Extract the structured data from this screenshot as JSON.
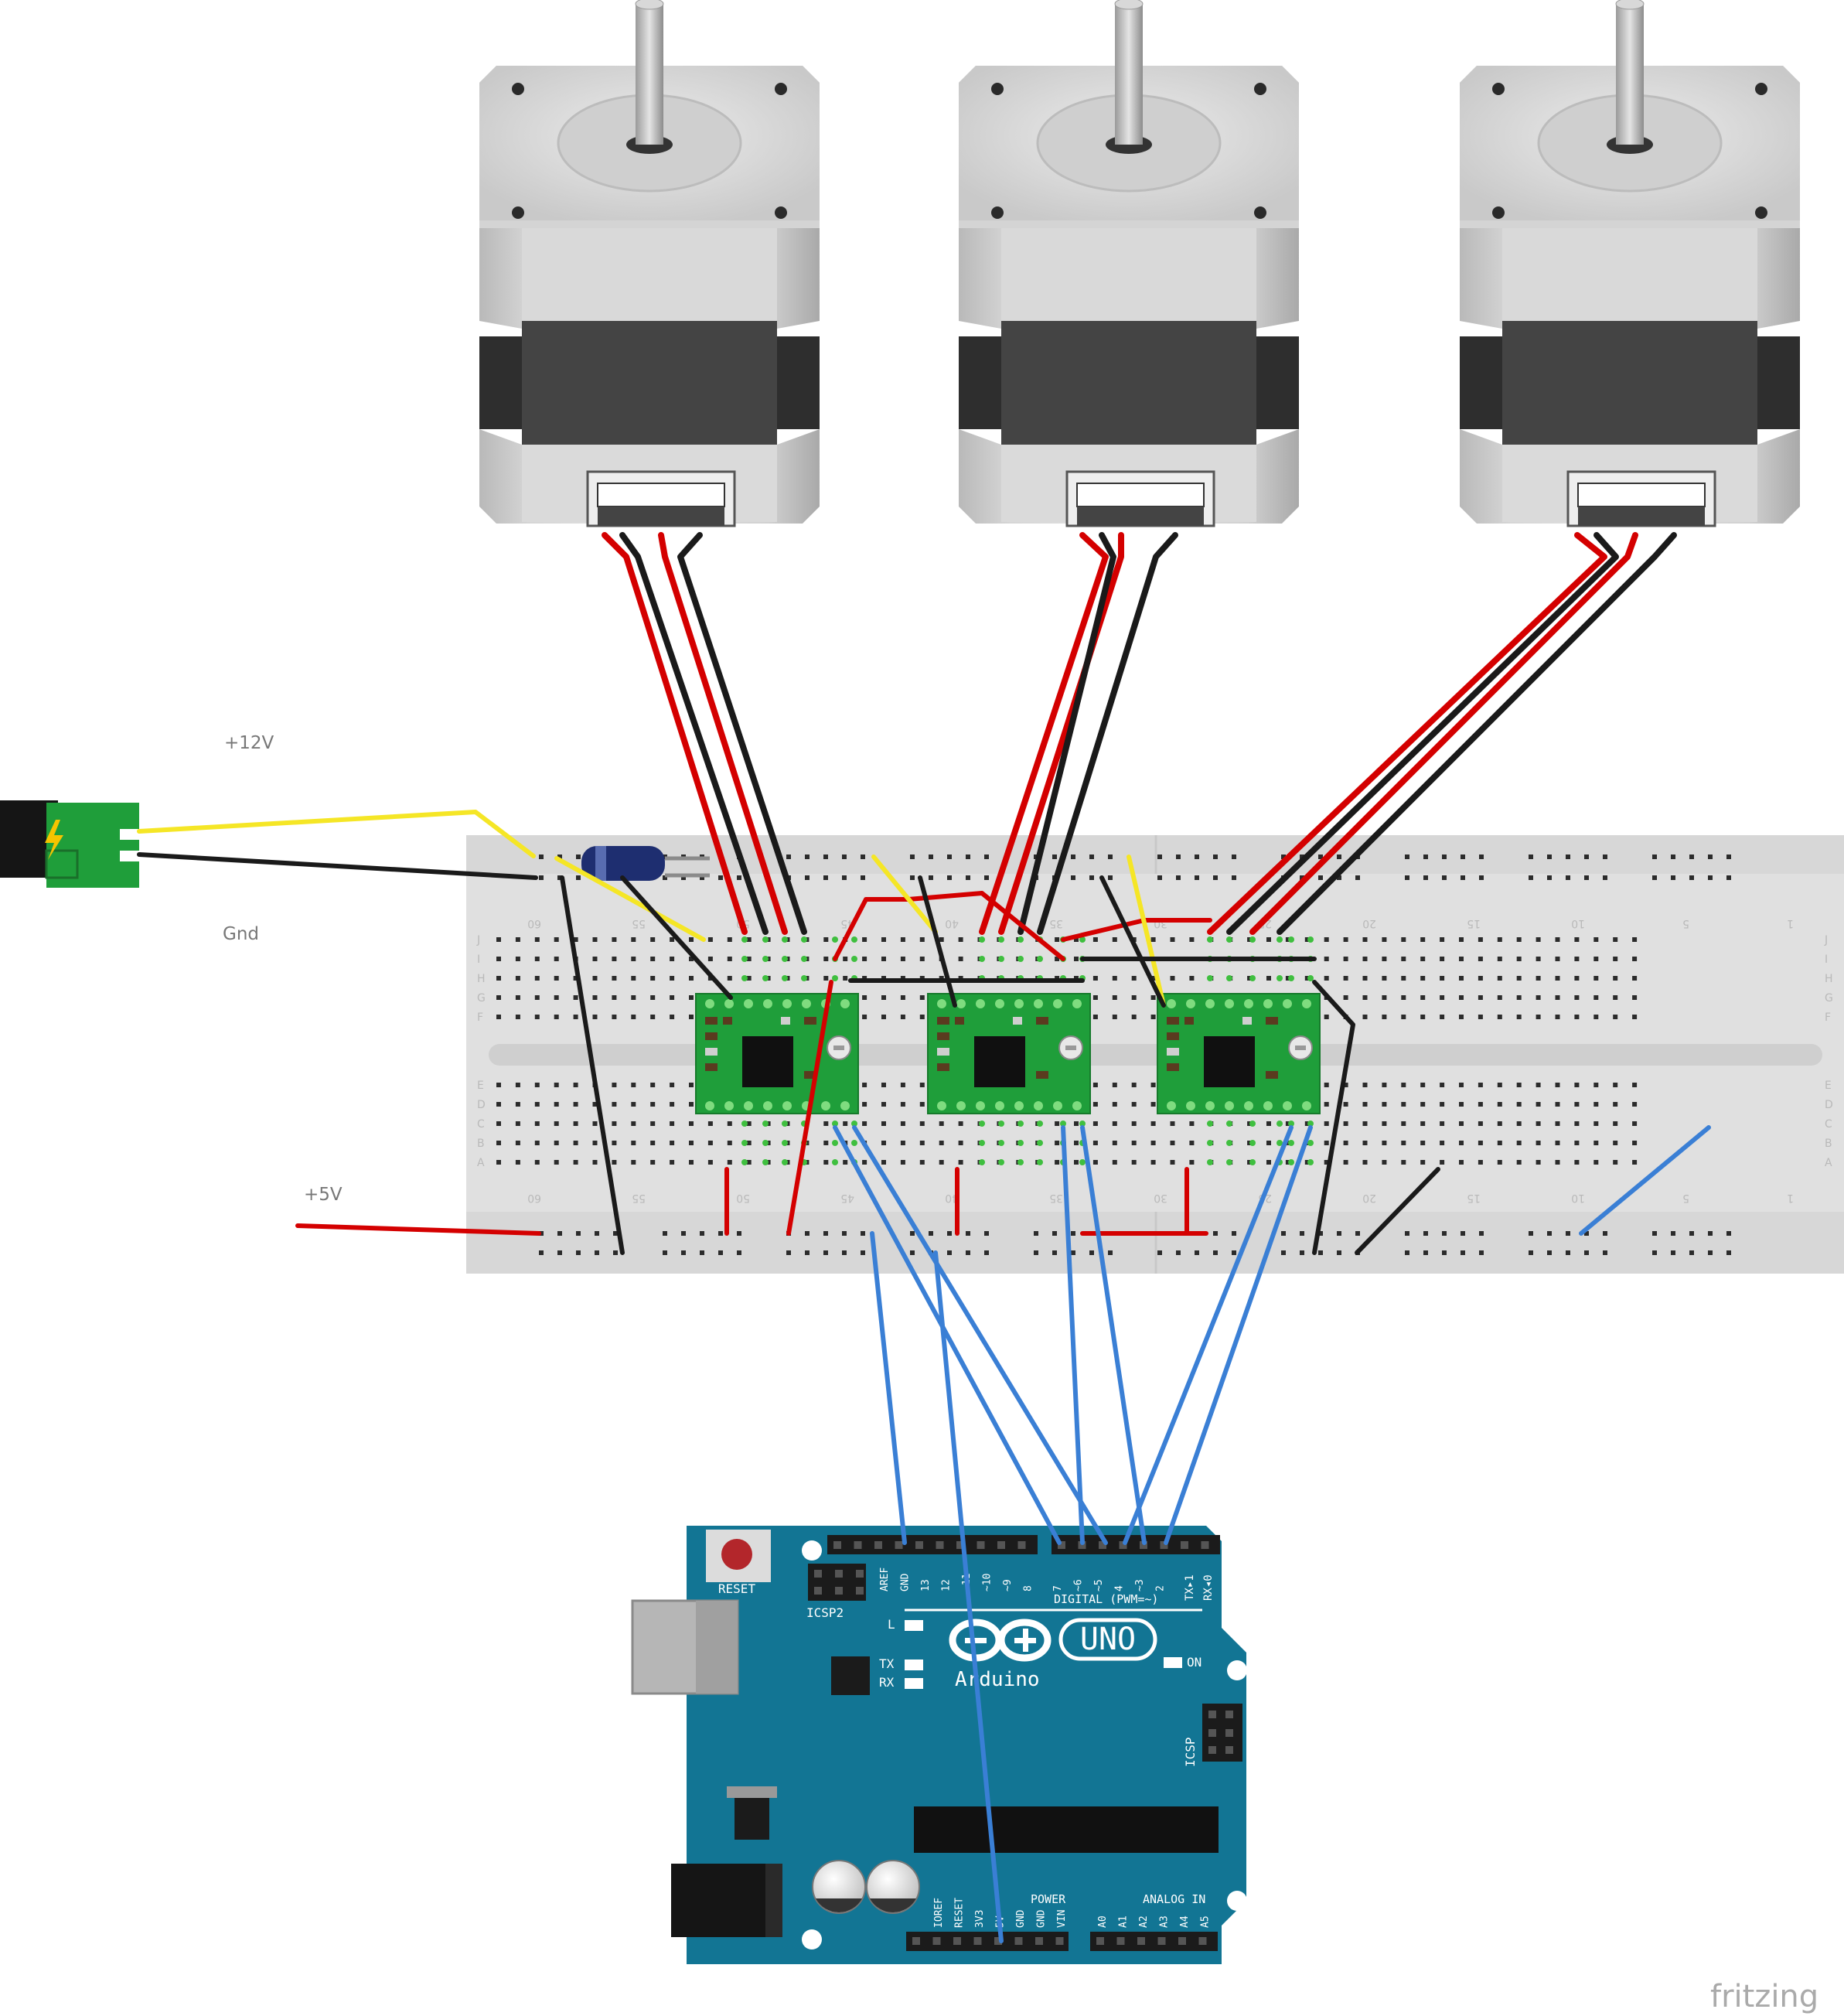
{
  "labels": {
    "plus12v": "+12V",
    "gnd": "Gnd",
    "plus5v": "+5V"
  },
  "arduino": {
    "logo": "UNO",
    "brand": "Arduino",
    "reset": "RESET",
    "icsp2": "ICSP2",
    "icsp": "ICSP",
    "digital": "DIGITAL (PWM=~)",
    "power": "POWER",
    "analog": "ANALOG IN",
    "on": "ON",
    "led_l": "L",
    "led_tx": "TX",
    "led_rx": "RX",
    "tx": "TX▸1",
    "rx": "RX◂0",
    "top_pins": [
      "AREF",
      "GND",
      "13",
      "12",
      "~11",
      "~10",
      "~9",
      "8",
      "7",
      "~6",
      "~5",
      "4",
      "~3",
      "2"
    ],
    "power_pins": [
      "IOREF",
      "RESET",
      "3V3",
      "5V",
      "GND",
      "GND",
      "VIN"
    ],
    "analog_pins": [
      "A0",
      "A1",
      "A2",
      "A3",
      "A4",
      "A5"
    ]
  },
  "breadboard": {
    "row_letters_top": [
      "J",
      "I",
      "H",
      "G",
      "F"
    ],
    "row_letters_bottom": [
      "E",
      "D",
      "C",
      "B",
      "A"
    ],
    "column_numbers": [
      "60",
      "55",
      "50",
      "45",
      "40",
      "35",
      "30",
      "25",
      "20",
      "15",
      "10",
      "5",
      "1"
    ]
  },
  "watermark": "fritzing",
  "colors": {
    "red": "#d40000",
    "black": "#1a1a1a",
    "yellow": "#f5e626",
    "blue": "#3a7fd5",
    "arduino": "#127594",
    "driver": "#1f9e3a"
  }
}
